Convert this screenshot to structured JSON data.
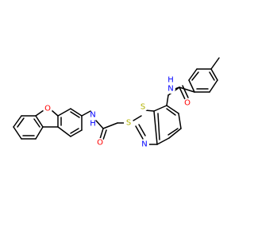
{
  "colors": {
    "background": "#ffffff",
    "bond": "#000000",
    "O": "#ff0000",
    "N": "#0000ff",
    "S": "#b2b200"
  },
  "atoms": {
    "furan_o": {
      "text": "O",
      "element": "O"
    },
    "amide1_n": {
      "text": "N",
      "element": "N"
    },
    "amide1_h": {
      "text": "H",
      "element": "N"
    },
    "amide1_o": {
      "text": "O",
      "element": "O"
    },
    "thioether_s": {
      "text": "S",
      "element": "S"
    },
    "thiazole_s": {
      "text": "S",
      "element": "S"
    },
    "thiazole_n": {
      "text": "N",
      "element": "N"
    },
    "amide2_n": {
      "text": "N",
      "element": "N"
    },
    "amide2_h": {
      "text": "H",
      "element": "N"
    },
    "amide2_o": {
      "text": "O",
      "element": "O"
    }
  }
}
